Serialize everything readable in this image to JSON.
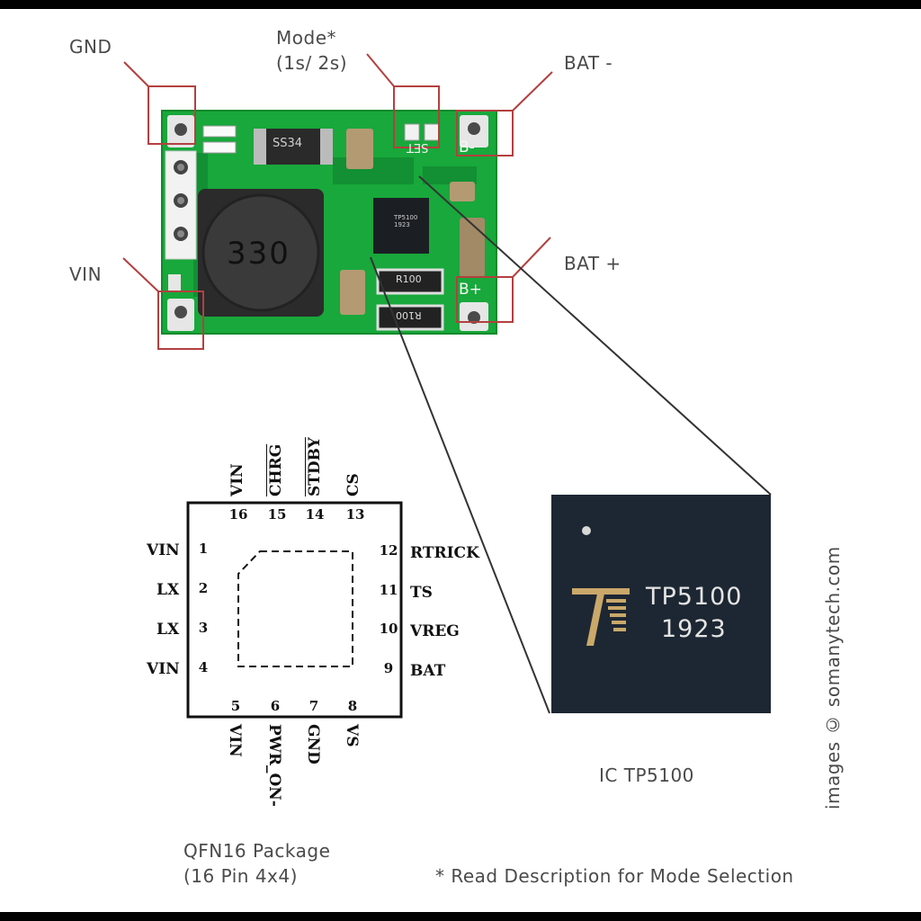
{
  "module_labels": {
    "gnd": "GND",
    "mode": "Mode*",
    "mode_sub": "(1s/ 2s)",
    "bat_minus": "BAT -",
    "bat_plus": "BAT +",
    "vin": "VIN"
  },
  "board": {
    "inductor_marking": "330",
    "diode_marking": "SS34",
    "chip_marking_line1": "TP5100",
    "chip_marking_line2": "1923",
    "resistor_marking": "R100",
    "set_marking": "SET",
    "b_minus": "B-",
    "b_plus": "B+"
  },
  "pinout": {
    "pins": [
      {
        "num": "1",
        "name": "VIN"
      },
      {
        "num": "2",
        "name": "LX"
      },
      {
        "num": "3",
        "name": "LX"
      },
      {
        "num": "4",
        "name": "VIN"
      },
      {
        "num": "5",
        "name": "VIN"
      },
      {
        "num": "6",
        "name": "PWR_ON-"
      },
      {
        "num": "7",
        "name": "GND"
      },
      {
        "num": "8",
        "name": "VS"
      },
      {
        "num": "9",
        "name": "BAT"
      },
      {
        "num": "10",
        "name": "VREG"
      },
      {
        "num": "11",
        "name": "TS"
      },
      {
        "num": "12",
        "name": "RTRICK"
      },
      {
        "num": "13",
        "name": "CS"
      },
      {
        "num": "14",
        "name": "STDBY"
      },
      {
        "num": "15",
        "name": "CHRG"
      },
      {
        "num": "16",
        "name": "VIN"
      }
    ],
    "package_title": "QFN16 Package",
    "package_sub": "(16 Pin 4x4)"
  },
  "ic_photo": {
    "line1": "TP5100",
    "line2": "1923",
    "caption": "IC TP5100"
  },
  "footnote": "* Read Description for Mode Selection",
  "credit": "images © somanytech.com",
  "colors": {
    "pcb_green": "#17a63a",
    "callout_red": "#b3403f",
    "chip_dark": "#1c2530"
  }
}
